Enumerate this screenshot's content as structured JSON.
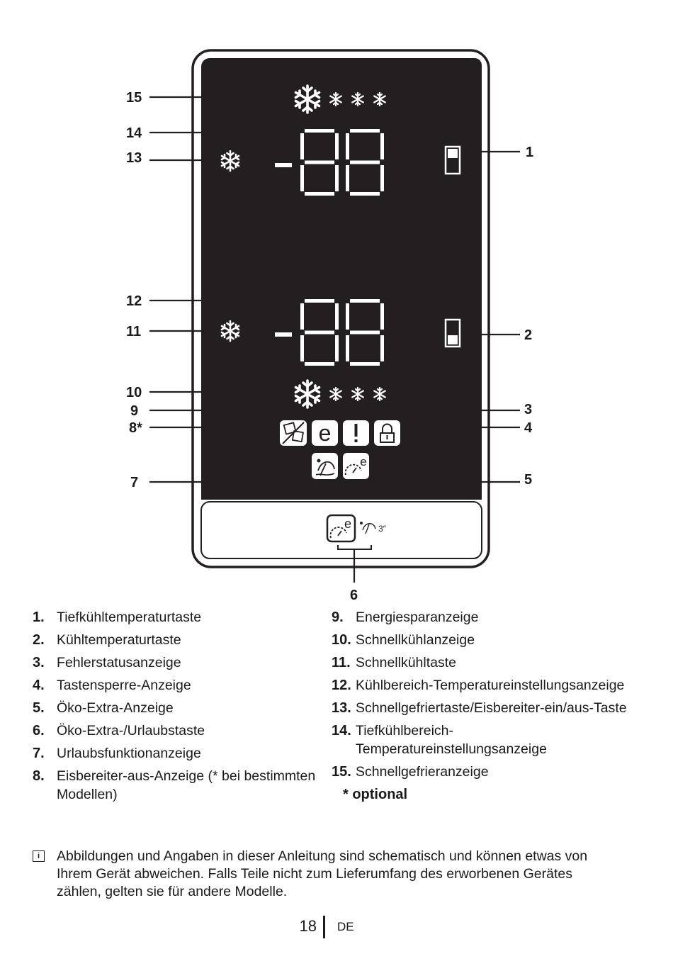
{
  "diagram": {
    "display_digits": "-88",
    "callouts": [
      "15",
      "14",
      "13",
      "12",
      "11",
      "10",
      "9",
      "8*",
      "7",
      "1",
      "2",
      "3",
      "4",
      "5",
      "6"
    ]
  },
  "legend_left": [
    {
      "num": "1.",
      "text": "Tiefkühltemperaturtaste"
    },
    {
      "num": "2.",
      "text": "Kühltemperaturtaste"
    },
    {
      "num": "3.",
      "text": "Fehlerstatusanzeige"
    },
    {
      "num": "4.",
      "text": "Tastensperre-Anzeige"
    },
    {
      "num": "5.",
      "text": "Öko-Extra-Anzeige"
    },
    {
      "num": "6.",
      "text": "Öko-Extra-/Urlaubstaste"
    },
    {
      "num": "7.",
      "text": "Urlaubsfunktionanzeige"
    },
    {
      "num": "8.",
      "text": "Eisbereiter-aus-Anzeige (* bei bestimmten Modellen)"
    }
  ],
  "legend_right": [
    {
      "num": "9.",
      "text": "Energiesparanzeige"
    },
    {
      "num": "10.",
      "text": "Schnellkühlanzeige"
    },
    {
      "num": "11.",
      "text": "Schnellkühltaste"
    },
    {
      "num": "12.",
      "text": "Kühlbereich-Temperatureinstellungsanzeige"
    },
    {
      "num": "13.",
      "text": "Schnellgefriertaste/Eisbereiter-ein/aus-Taste"
    },
    {
      "num": "14.",
      "text": "Tiefkühlbereich-Temperatureinstellungsanzeige"
    },
    {
      "num": "15.",
      "text": "Schnellgefrieranzeige"
    }
  ],
  "optional_label": "* optional",
  "note": {
    "icon": "info-icon",
    "glyph": "i",
    "text": "Abbildungen und Angaben in dieser Anleitung sind schematisch und können etwas von Ihrem Gerät abweichen. Falls Teile nicht zum Lieferumfang des erworbenen Gerätes zählen, gelten sie für andere Modelle."
  },
  "footer": {
    "page": "18",
    "lang": "DE"
  },
  "colors": {
    "panel": "#231f20",
    "ink": "#1a1a1a",
    "segment": "#ffffff"
  }
}
